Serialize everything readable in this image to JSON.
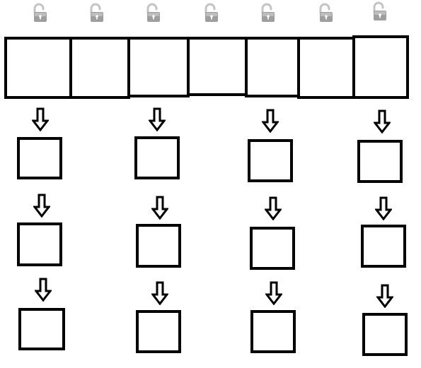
{
  "colors": {
    "stroke": "#000000",
    "background": "#ffffff",
    "lock_body": "#9e9e9e",
    "lock_shackle": "#c4c4c4"
  },
  "icons": {
    "lock": "unlocked-padlock-icon",
    "arrow": "down-arrow-icon"
  },
  "top_row": {
    "lock_count": 7,
    "cell_count": 7
  },
  "columns": {
    "count": 4,
    "boxes_per_column": 3
  }
}
